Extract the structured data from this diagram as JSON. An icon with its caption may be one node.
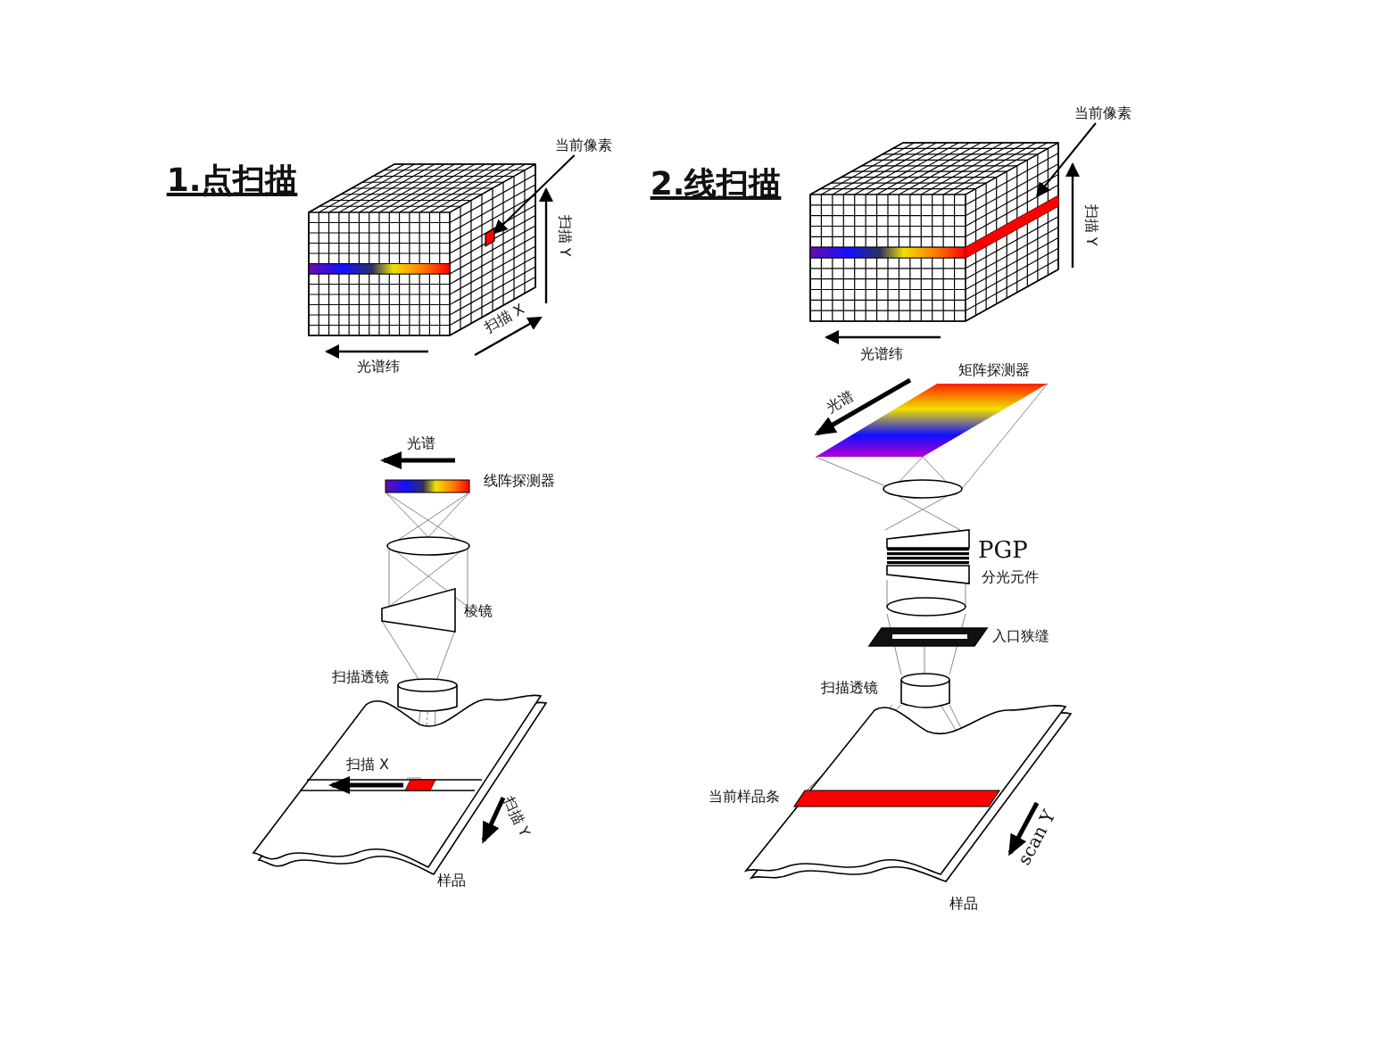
{
  "diagram": {
    "nodes": [
      {
        "text": [
          "当前像素"
        ]
      },
      {
        "text": [],
        "shape": "box"
      },
      {
        "text": [
          "当前像素"
        ]
      },
      {
        "text": [],
        "shape": "bar"
      }
    ],
    "edges": [
      {
        "from": 0,
        "to": 1,
        "arrow": "to"
      },
      {
        "from": 2,
        "to": 3,
        "arrow": "to"
      }
    ],
    "labels": [
      "1.点扫描",
      "扫描 Y",
      "扫描 X",
      "光谱纬",
      "光谱",
      "线阵探测器",
      "棱镜",
      "扫描透镜",
      "扫描 X",
      "扫描 Y",
      "样品",
      "2.线扫描",
      "扫描 Y",
      "光谱纬",
      "矩阵探测器",
      "光谱",
      "PGP",
      "分光元件",
      "入口狭缝",
      "扫描透镜",
      "当前样品条",
      "scan Y",
      "样品"
    ]
  }
}
